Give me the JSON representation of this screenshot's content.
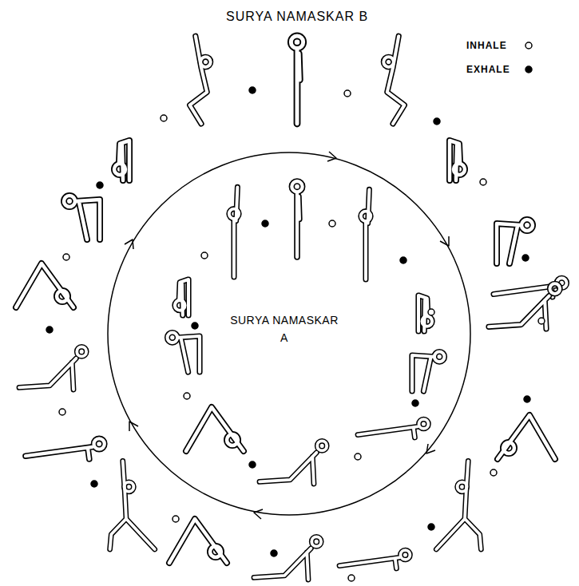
{
  "diagram": {
    "title": "SURYA NAMASKAR B",
    "nodes": [
      {
        "text": [
          "SURYA NAMASKAR A"
        ]
      }
    ],
    "legend": [
      {
        "text": "INHALE"
      },
      {
        "text": "EXHALE"
      }
    ]
  }
}
